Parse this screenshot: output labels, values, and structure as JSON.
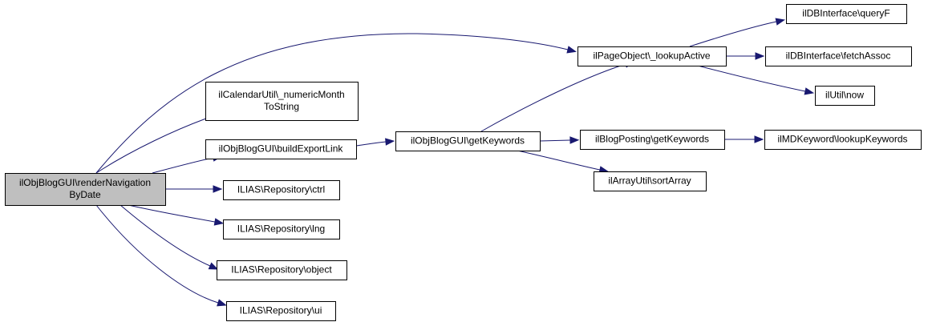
{
  "diagram": {
    "edge_color": "#191970",
    "root_fill": "#bfbfbf",
    "nodes": [
      {
        "id": "root",
        "lines": [
          "ilObjBlogGUI\\renderNavigation",
          "ByDate"
        ],
        "root": true
      },
      {
        "id": "lookupActive",
        "lines": [
          "ilPageObject\\_lookupActive"
        ]
      },
      {
        "id": "queryF",
        "lines": [
          "ilDBInterface\\queryF"
        ]
      },
      {
        "id": "fetchAssoc",
        "lines": [
          "ilDBInterface\\fetchAssoc"
        ]
      },
      {
        "id": "now",
        "lines": [
          "ilUtil\\now"
        ]
      },
      {
        "id": "numericMonth",
        "lines": [
          "ilCalendarUtil\\_numericMonth",
          "ToString"
        ]
      },
      {
        "id": "buildExportLink",
        "lines": [
          "ilObjBlogGUI\\buildExportLink"
        ]
      },
      {
        "id": "getKeywords",
        "lines": [
          "ilObjBlogGUI\\getKeywords"
        ]
      },
      {
        "id": "postingGetKeywords",
        "lines": [
          "ilBlogPosting\\getKeywords"
        ]
      },
      {
        "id": "lookupKeywords",
        "lines": [
          "ilMDKeyword\\lookupKeywords"
        ]
      },
      {
        "id": "sortArray",
        "lines": [
          "ilArrayUtil\\sortArray"
        ]
      },
      {
        "id": "ctrl",
        "lines": [
          "ILIAS\\Repository\\ctrl"
        ]
      },
      {
        "id": "lng",
        "lines": [
          "ILIAS\\Repository\\lng"
        ]
      },
      {
        "id": "object",
        "lines": [
          "ILIAS\\Repository\\object"
        ]
      },
      {
        "id": "ui",
        "lines": [
          "ILIAS\\Repository\\ui"
        ]
      }
    ],
    "edges": [
      {
        "from": "root",
        "to": "lookupActive"
      },
      {
        "from": "root",
        "to": "numericMonth"
      },
      {
        "from": "root",
        "to": "buildExportLink"
      },
      {
        "from": "root",
        "to": "ctrl"
      },
      {
        "from": "root",
        "to": "lng"
      },
      {
        "from": "root",
        "to": "object"
      },
      {
        "from": "root",
        "to": "ui"
      },
      {
        "from": "lookupActive",
        "to": "queryF"
      },
      {
        "from": "lookupActive",
        "to": "fetchAssoc"
      },
      {
        "from": "lookupActive",
        "to": "now"
      },
      {
        "from": "buildExportLink",
        "to": "getKeywords"
      },
      {
        "from": "getKeywords",
        "to": "lookupActive"
      },
      {
        "from": "getKeywords",
        "to": "postingGetKeywords"
      },
      {
        "from": "getKeywords",
        "to": "sortArray"
      },
      {
        "from": "postingGetKeywords",
        "to": "lookupKeywords"
      }
    ]
  }
}
